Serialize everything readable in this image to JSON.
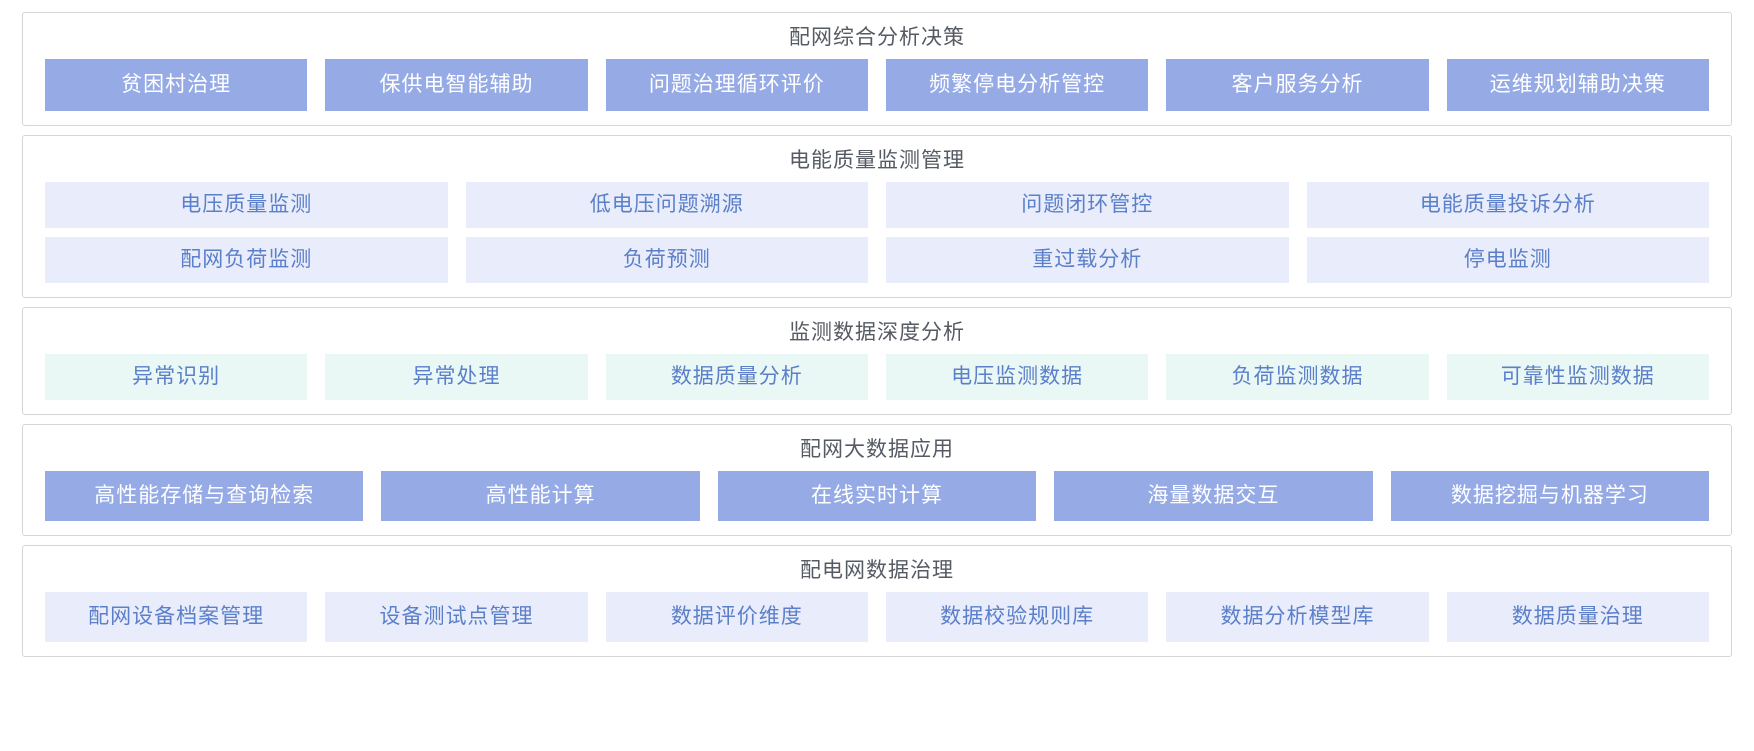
{
  "page": {
    "background": "#ffffff",
    "colors": {
      "solid_tile_bg": "#96abe6",
      "solid_tile_text": "#ffffff",
      "lavender_tile_bg": "#e8ecfb",
      "mint_tile_bg": "#e9f7f5",
      "tile_text_blue": "#5b7fc9",
      "panel_border": "#d6d6d6",
      "panel_title_text": "#555a63"
    }
  },
  "sections": [
    {
      "id": "peiwang-zonghe-fenxi-juece",
      "title": "配网综合分析决策",
      "style": "solid",
      "rows": [
        [
          "贫困村治理",
          "保供电智能辅助",
          "问题治理循环评价",
          "频繁停电分析管控",
          "客户服务分析",
          "运维规划辅助决策"
        ]
      ]
    },
    {
      "id": "dianneng-zhiliang-jiance-guanli",
      "title": "电能质量监测管理",
      "style": "lavender",
      "rows": [
        [
          "电压质量监测",
          "低电压问题溯源",
          "问题闭环管控",
          "电能质量投诉分析"
        ],
        [
          "配网负荷监测",
          "负荷预测",
          "重过载分析",
          "停电监测"
        ]
      ]
    },
    {
      "id": "jiance-shuju-shendu-fenxi",
      "title": "监测数据深度分析",
      "style": "mint",
      "rows": [
        [
          "异常识别",
          "异常处理",
          "数据质量分析",
          "电压监测数据",
          "负荷监测数据",
          "可靠性监测数据"
        ]
      ]
    },
    {
      "id": "peiwang-dashuju-yingyong",
      "title": "配网大数据应用",
      "style": "solid",
      "rows": [
        [
          "高性能存储与查询检索",
          "高性能计算",
          "在线实时计算",
          "海量数据交互",
          "数据挖掘与机器学习"
        ]
      ]
    },
    {
      "id": "peidianwang-shuju-zhili",
      "title": "配电网数据治理",
      "style": "lavender",
      "rows": [
        [
          "配网设备档案管理",
          "设备测试点管理",
          "数据评价维度",
          "数据校验规则库",
          "数据分析模型库",
          "数据质量治理"
        ]
      ]
    }
  ]
}
